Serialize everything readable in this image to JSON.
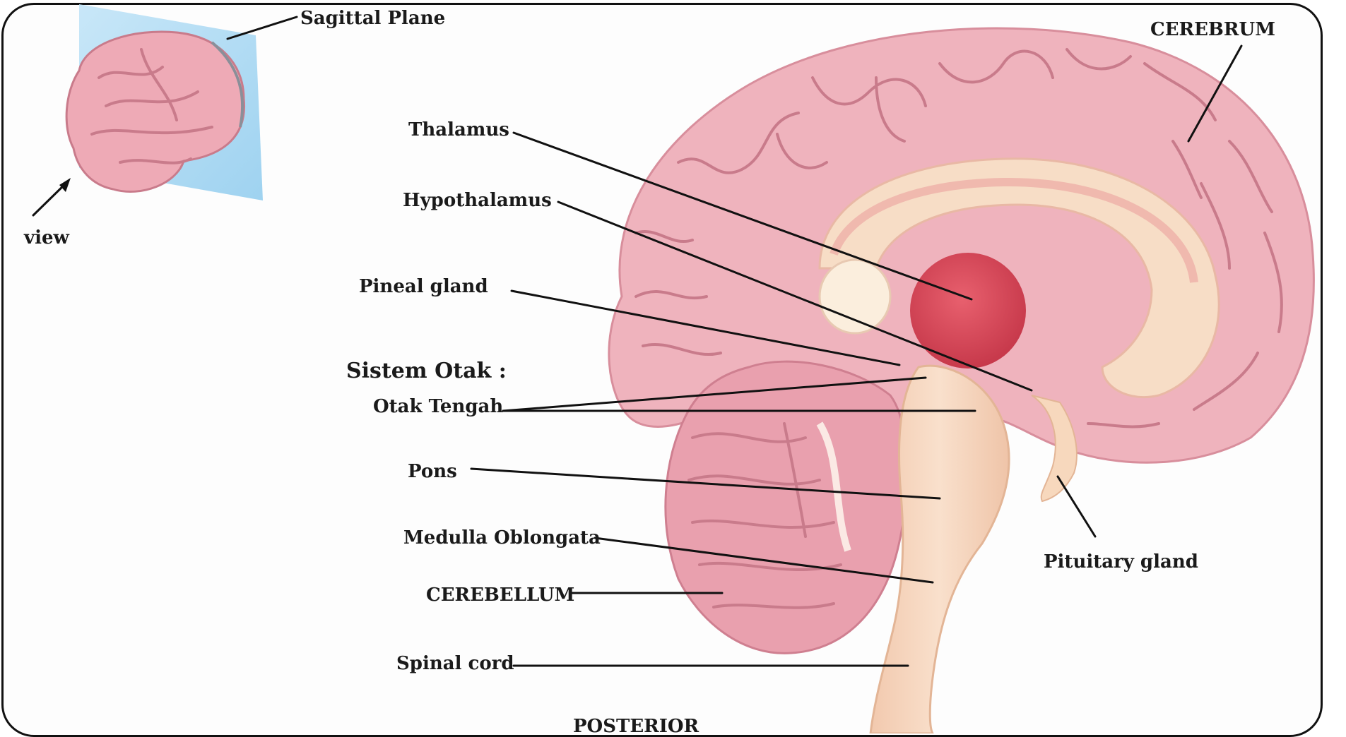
{
  "labels": {
    "sagittal_plane": "Sagittal Plane",
    "view": "view",
    "cerebrum": "CEREBRUM",
    "thalamus": "Thalamus",
    "hypothalamus": "Hypothalamus",
    "pineal_gland": "Pineal gland",
    "sistem_otak": "Sistem Otak :",
    "otak_tengah": "Otak Tengah",
    "pons": "Pons",
    "medulla_oblongata": "Medulla Oblongata",
    "cerebellum": "CEREBELLUM",
    "spinal_cord": "Spinal cord",
    "pituitary_gland": "Pituitary gland",
    "posterior": "POSTERIOR"
  },
  "colors": {
    "cortex": "#efb3bd",
    "white_matter": "#f8e3cf",
    "thalamus": "#d94a5a",
    "brainstem": "#f6d6c0",
    "plane": "#a9d8f2",
    "cerebellum": "#e9a0ae",
    "outline": "#111111"
  }
}
